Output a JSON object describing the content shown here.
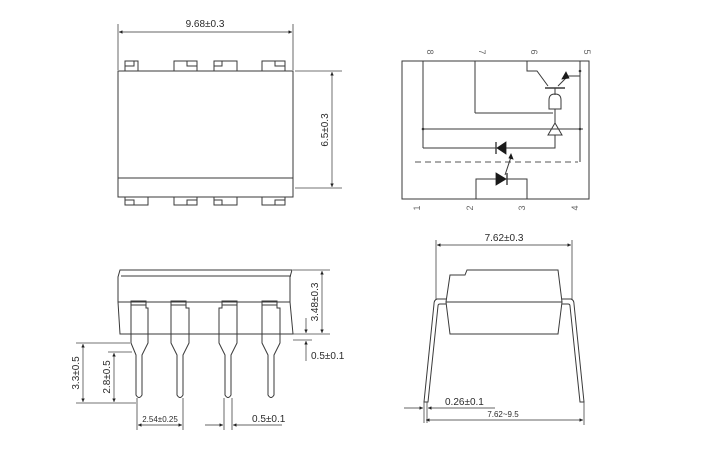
{
  "diagram": {
    "type": "DIP-8 optocoupler package outline drawing",
    "top_view": {
      "width_dim": "9.68±0.3",
      "height_dim": "6.5±0.3"
    },
    "schematic": {
      "top_pins": [
        "8",
        "7",
        "6",
        "5"
      ],
      "bottom_pins": [
        "1",
        "2",
        "3",
        "4"
      ]
    },
    "side_view": {
      "body_height_dim": "3.48±0.3",
      "standoff_dim": "0.5±0.1",
      "lead_length_dim": "3.3±0.5",
      "lead_tip_dim": "2.8±0.5",
      "pitch_dim": "2.54±0.25",
      "lead_width_dim": "0.5±0.1"
    },
    "end_view": {
      "row_spacing_dim": "7.62±0.3",
      "lead_thickness_dim": "0.26±0.1",
      "lead_spread_dim": "7.62~9.5"
    }
  }
}
